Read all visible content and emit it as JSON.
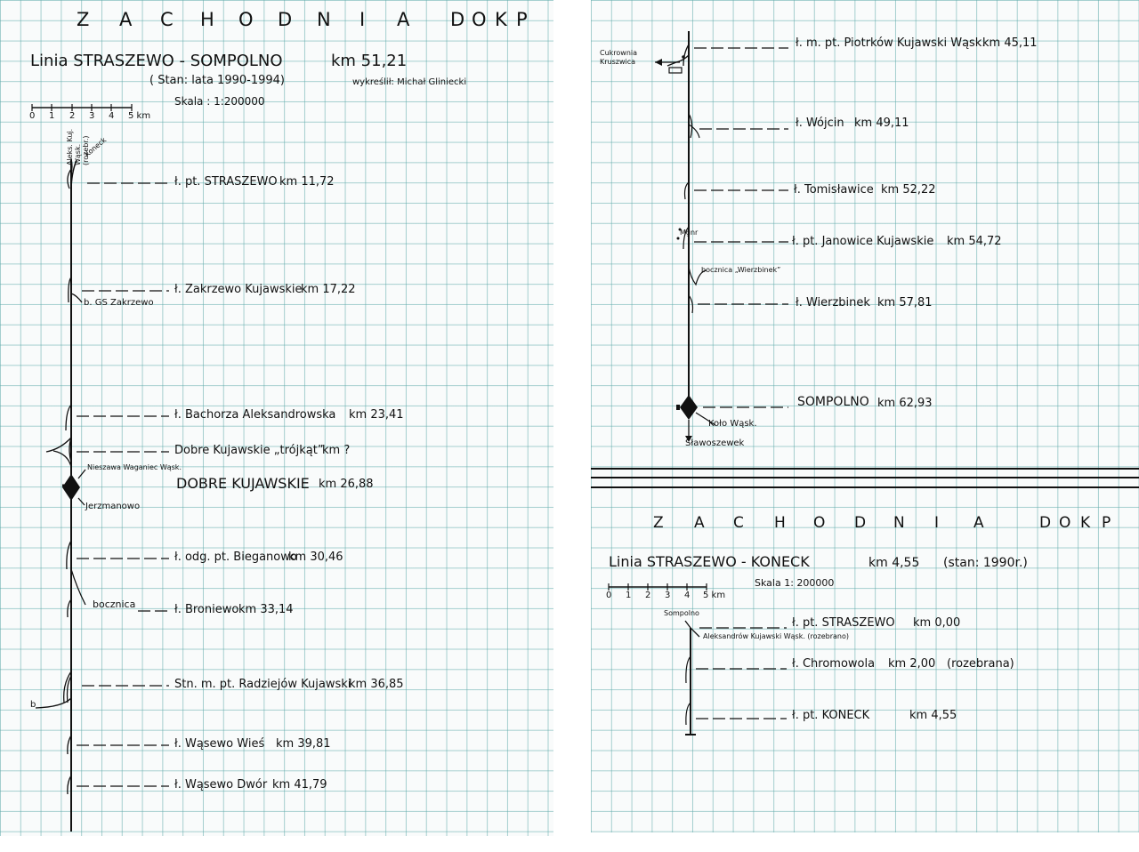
{
  "left": {
    "header": [
      "Z",
      "A",
      "C",
      "H",
      "O",
      "D",
      "N",
      "I",
      "A",
      "D",
      "O",
      "K",
      "P"
    ],
    "line_title": "Linia  STRASZEWO - SOMPOLNO",
    "line_length": "km 51,21",
    "state": "( Stan: lata 1990-1994)",
    "author": "wykreślił: Michał Gliniecki",
    "scale": "Skala : 1:200000",
    "scale_ticks": [
      "0",
      "1",
      "2",
      "3",
      "4",
      "5 km"
    ],
    "branch_top": "Aleks. Kuj. Wąsk. (rozebr.)",
    "branch_koneck": "Koneck",
    "stations": [
      {
        "name": "ł. pt. STRASZEWO",
        "km": "km 11,72"
      },
      {
        "name": "ł. Zakrzewo Kujawskie",
        "km": "km 17,22"
      },
      {
        "name": "ł. Bachorza Aleksandrowska",
        "km": "km 23,41"
      },
      {
        "name": "Dobre Kujawskie „trójkąt”",
        "km": "km ?"
      },
      {
        "name": "DOBRE KUJAWSKIE",
        "km": "km 26,88"
      },
      {
        "name": "ł. odg. pt. Bieganowo",
        "km": "km 30,46"
      },
      {
        "name": "ł. Broniewo",
        "km": "km 33,14"
      },
      {
        "name": "Stn. m. pt. Radziejów Kujawski",
        "km": "km 36,85"
      },
      {
        "name": "ł. Wąsewo Wieś",
        "km": "km 39,81"
      },
      {
        "name": "ł. Wąsewo Dwór",
        "km": "km 41,79"
      }
    ],
    "notes": {
      "gs": "b. GS Zakrzewo",
      "nieszawa": "Nieszawa Waganiec Wąsk.",
      "jerzmanowo": "Jerzmanowo",
      "bocznica": "bocznica",
      "b": "b"
    }
  },
  "right": {
    "cukrownia": [
      "Cukrownia",
      "Kruszwica"
    ],
    "mgnr": "Mgnr",
    "bocznica_w": "bocznica „Wierzbinek”",
    "koto": "Koło Wąsk.",
    "slawoszewek": "Sławoszewek",
    "stations": [
      {
        "name": "ł. m. pt. Piotrków Kujawski Wąsk.",
        "km": "km 45,11"
      },
      {
        "name": "ł. Wójcin",
        "km": "km 49,11"
      },
      {
        "name": "ł. Tomisławice",
        "km": "km 52,22"
      },
      {
        "name": "ł. pt. Janowice Kujawskie",
        "km": "km 54,72"
      },
      {
        "name": "ł. Wierzbinek",
        "km": "km 57,81"
      },
      {
        "name": "SOMPOLNO",
        "km": "km 62,93"
      }
    ],
    "header2": [
      "Z",
      "A",
      "C",
      "H",
      "O",
      "D",
      "N",
      "I",
      "A",
      "D",
      "O",
      "K",
      "P"
    ],
    "line2_title": "Linia  STRASZEWO - KONECK",
    "line2_length": "km 4,55",
    "line2_state": "(stan: 1990r.)",
    "scale2": "Skala  1: 200000",
    "scale2_ticks": [
      "0",
      "1",
      "2",
      "3",
      "4",
      "5 km"
    ],
    "sompolno_small": "Sompolno",
    "aleks_note": "Aleksandrów Kujawski Wąsk. (rozebrano)",
    "stations2": [
      {
        "name": "ł. pt. STRASZEWO",
        "km": "km 0,00"
      },
      {
        "name": "ł. Chromowola",
        "km": "km 2,00",
        "note": "(rozebrana)"
      },
      {
        "name": "ł. pt. KONECK",
        "km": "km 4,55"
      }
    ]
  }
}
